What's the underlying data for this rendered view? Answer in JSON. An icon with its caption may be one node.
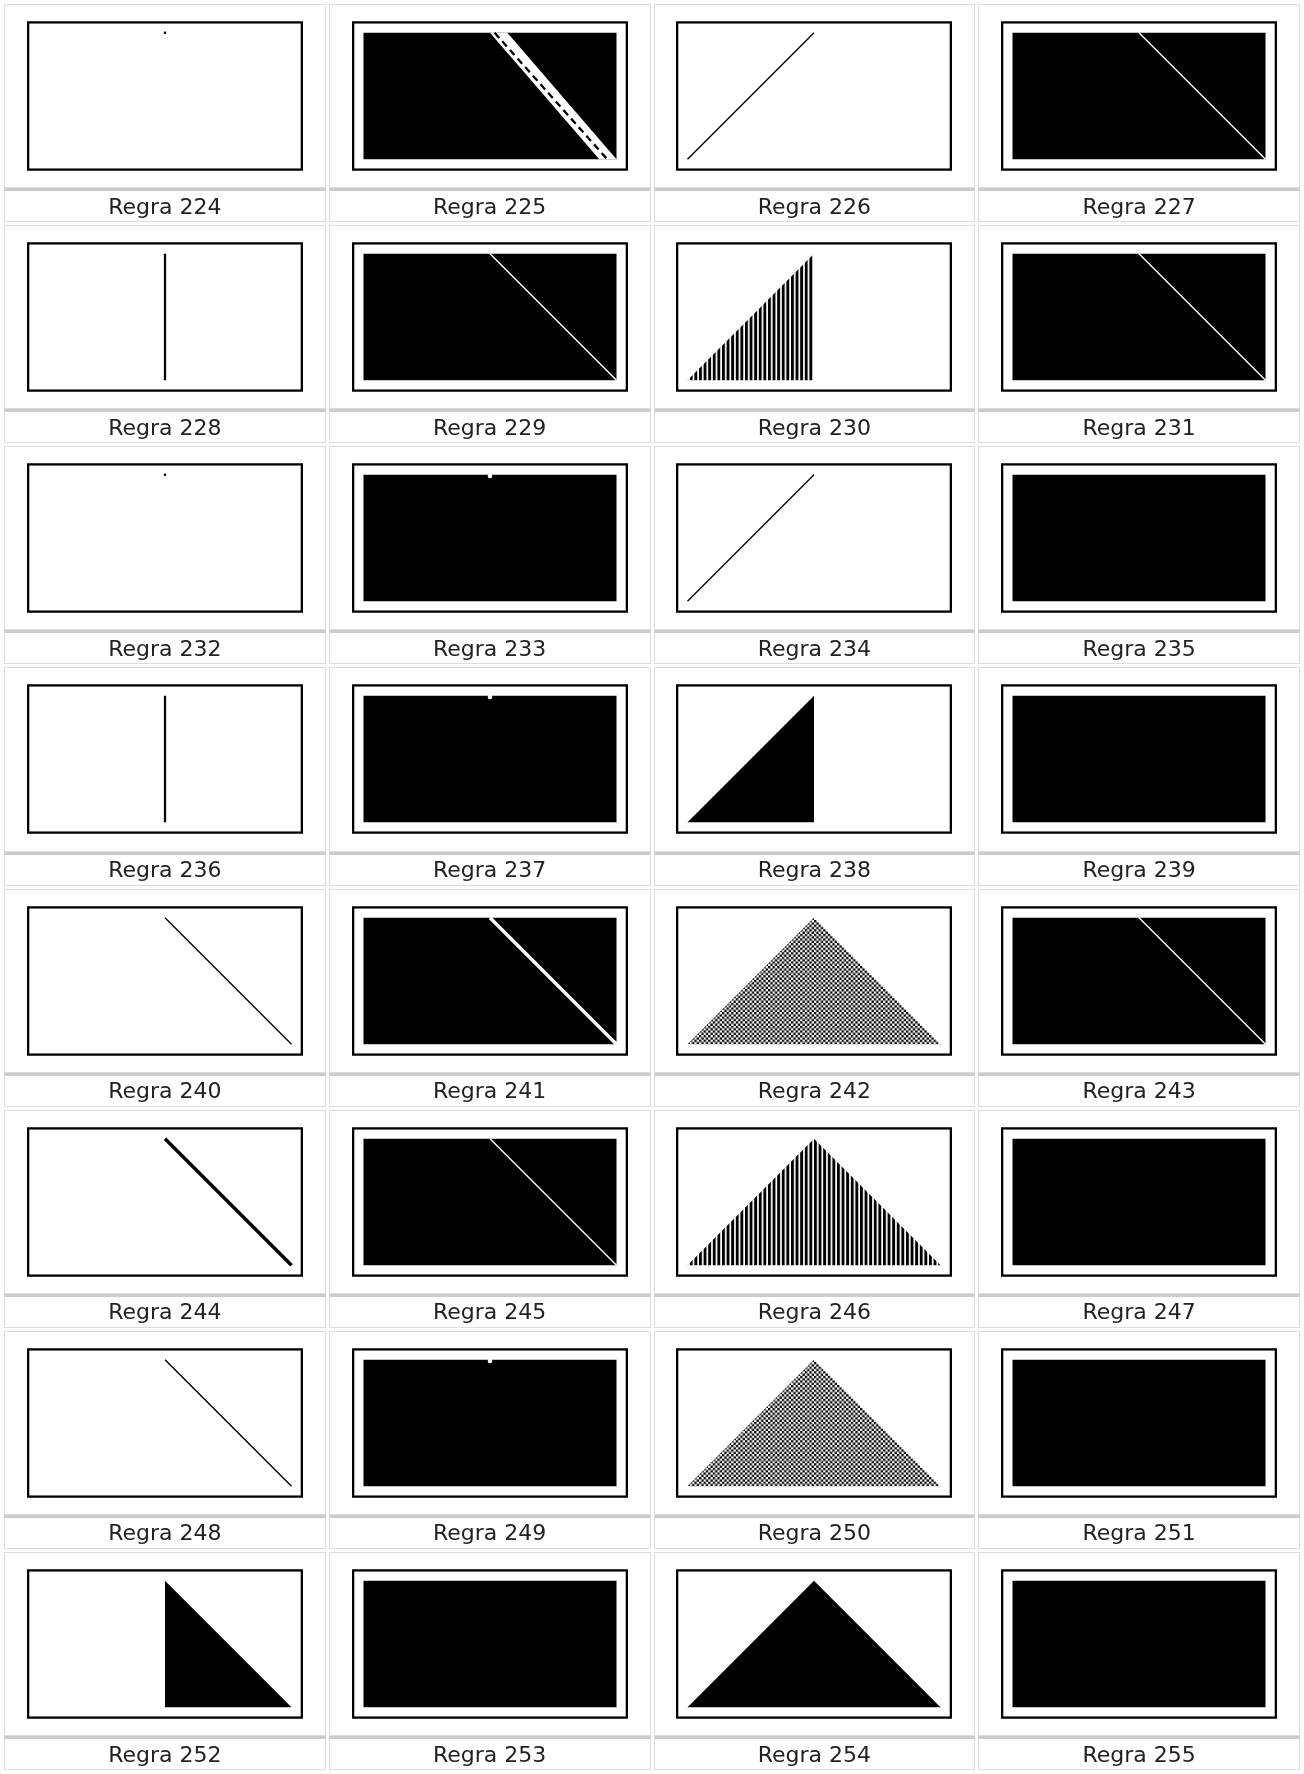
{
  "diagram": {
    "labels": [
      "Regra 224",
      "Regra 225",
      "Regra 226",
      "Regra 227",
      "Regra 228",
      "Regra 229",
      "Regra 230",
      "Regra 231",
      "Regra 232",
      "Regra 233",
      "Regra 234",
      "Regra 235",
      "Regra 236",
      "Regra 237",
      "Regra 238",
      "Regra 239",
      "Regra 240",
      "Regra 241",
      "Regra 242",
      "Regra 243",
      "Regra 244",
      "Regra 245",
      "Regra 246",
      "Regra 247",
      "Regra 248",
      "Regra 249",
      "Regra 250",
      "Regra 251",
      "Regra 252",
      "Regra 253",
      "Regra 254",
      "Regra 255"
    ]
  }
}
